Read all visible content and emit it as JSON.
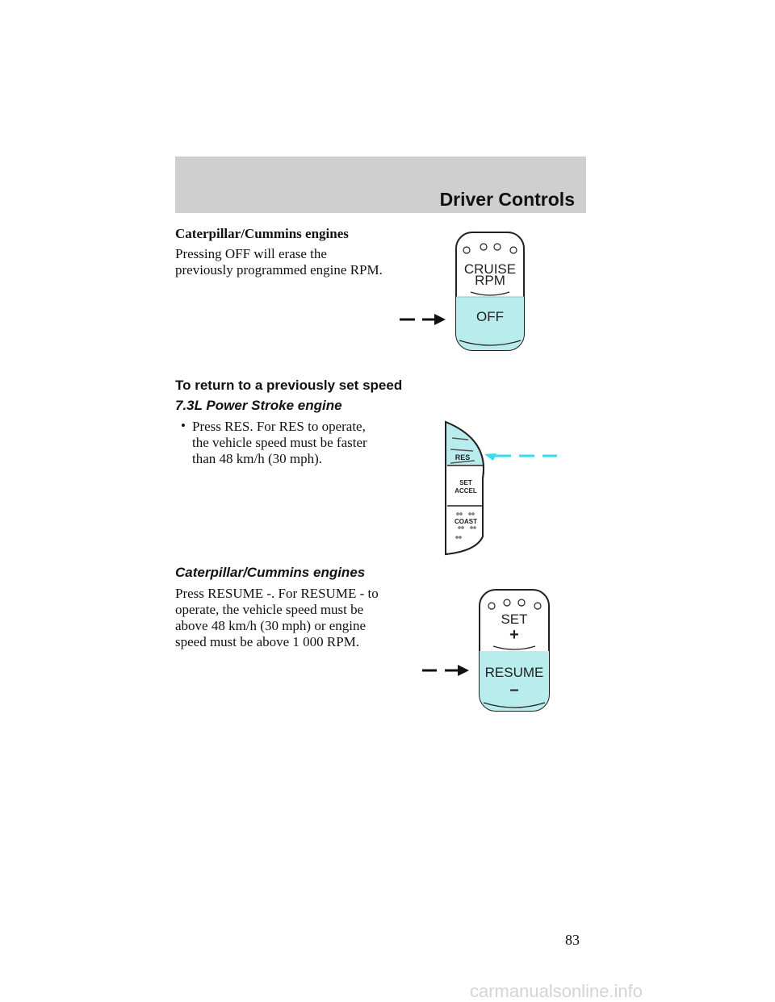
{
  "header": {
    "section_title": "Driver Controls"
  },
  "section1": {
    "heading": "Caterpillar/Cummins engines",
    "body_lines": [
      "Pressing OFF will erase the",
      "previously programmed engine RPM."
    ]
  },
  "figure1": {
    "label_top_line1": "CRUISE",
    "label_top_line2": "RPM",
    "label_bottom": "OFF"
  },
  "section2": {
    "heading": "To return to a previously set speed",
    "subheading": "7.3L Power Stroke engine",
    "bullet_glyph": "•",
    "bullet_lines": [
      "Press RES. For RES to operate,",
      "the vehicle speed must be faster",
      "than 48 km/h (30 mph)."
    ]
  },
  "figure2": {
    "res_label": "RES",
    "set_label_line1": "SET",
    "set_label_line2": "ACCEL",
    "coast_label": "COAST"
  },
  "section3": {
    "subheading": "Caterpillar/Cummins engines",
    "body_lines": [
      "Press RESUME -. For RESUME - to",
      "operate, the vehicle speed must be",
      "above 48 km/h (30 mph) or engine",
      "speed must be above 1 000 RPM."
    ]
  },
  "figure3": {
    "label_top": "SET",
    "plus_symbol": "+",
    "label_bottom": "RESUME",
    "minus_symbol": "–"
  },
  "page_number": "83",
  "watermark": "carmanualsonline.info",
  "colors": {
    "header_band": "#cfcfcf",
    "highlight": "#b9ecec",
    "arrow_cyan": "#33ddee"
  }
}
